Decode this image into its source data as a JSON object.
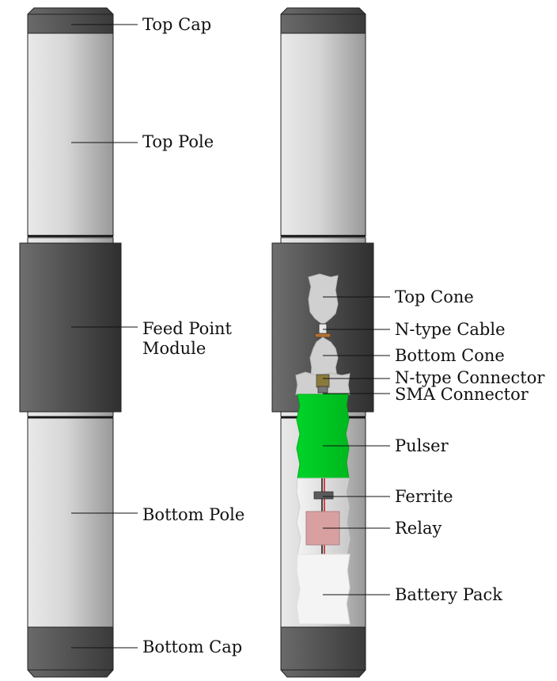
{
  "left_view": {
    "labels": {
      "top_cap": "Top Cap",
      "top_pole": "Top Pole",
      "feed_point_line1": "Feed Point",
      "feed_point_line2": "Module",
      "bottom_pole": "Bottom Pole",
      "bottom_cap": "Bottom Cap"
    }
  },
  "right_view": {
    "labels": {
      "top_cone": "Top Cone",
      "n_type_cable": "N-type Cable",
      "bottom_cone": "Bottom Cone",
      "n_type_connector": "N-type Connector",
      "sma_connector": "SMA Connector",
      "pulser": "Pulser",
      "ferrite": "Ferrite",
      "relay": "Relay",
      "battery_pack": "Battery Pack"
    }
  },
  "colors": {
    "pole_light": "#e6e6e6",
    "pole_dark": "#9a9a9a",
    "cap_dark": "#4a4a4a",
    "module_dark": "#3d3d3d",
    "module_light": "#6c6c6c",
    "pulser": "#00cc22",
    "relay": "#d8a0a0",
    "connector": "#8a7a3a",
    "battery": "#f2f2f2"
  }
}
